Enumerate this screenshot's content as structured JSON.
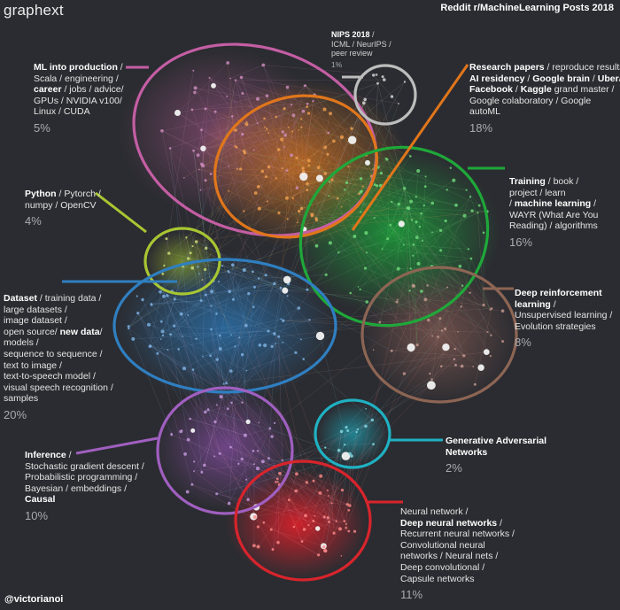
{
  "header": {
    "brand": "graphext",
    "title": "Reddit  r/MachineLearning Posts  2018"
  },
  "footer": {
    "credit": "@victorianoi"
  },
  "colors": {
    "background": "#2b2c31",
    "ml_production": "#c45ea4",
    "research": "#e0761b",
    "training": "#1fa83a",
    "python": "#a8c632",
    "dataset": "#2f7fc1",
    "deep_rl": "#8d6554",
    "nips": "#bdbdbd",
    "gan": "#1fb1c2",
    "inference": "#a05fc0",
    "neural": "#d8242c"
  },
  "clusters": [
    {
      "id": "ml-production",
      "lines": [
        [
          {
            "t": "ML into production",
            "b": true
          },
          {
            "t": " /"
          }
        ],
        [
          {
            "t": "Scala / engineering /"
          }
        ],
        [
          {
            "t": "career",
            "b": true
          },
          {
            "t": " / jobs / advice/"
          }
        ],
        [
          {
            "t": "GPUs / NVIDIA v100/"
          }
        ],
        [
          {
            "t": "Linux / CUDA"
          }
        ]
      ],
      "percent": "5%"
    },
    {
      "id": "nips",
      "lines": [
        [
          {
            "t": "NIPS 2018",
            "b": true
          },
          {
            "t": " /"
          }
        ],
        [
          {
            "t": "ICML / NeurIPS /"
          }
        ],
        [
          {
            "t": "peer review"
          }
        ]
      ],
      "percent": "1%"
    },
    {
      "id": "research",
      "lines": [
        [
          {
            "t": "Research papers",
            "b": true
          },
          {
            "t": " / reproduce results/"
          }
        ],
        [
          {
            "t": "AI residency",
            "b": true
          },
          {
            "t": " / "
          },
          {
            "t": "Google brain",
            "b": true
          },
          {
            "t": " / "
          },
          {
            "t": "Uber",
            "b": true
          },
          {
            "t": "/"
          }
        ],
        [
          {
            "t": "Facebook",
            "b": true
          },
          {
            "t": " / "
          },
          {
            "t": "Kaggle",
            "b": true
          },
          {
            "t": " grand master /"
          }
        ],
        [
          {
            "t": "Google colaboratory / Google"
          }
        ],
        [
          {
            "t": "autoML"
          }
        ]
      ],
      "percent": "18%"
    },
    {
      "id": "python",
      "lines": [
        [
          {
            "t": "Python",
            "b": true
          },
          {
            "t": " / Pytorch /"
          }
        ],
        [
          {
            "t": "numpy / OpenCV"
          }
        ]
      ],
      "percent": "4%"
    },
    {
      "id": "training",
      "lines": [
        [
          {
            "t": "Training",
            "b": true
          },
          {
            "t": " / book /"
          }
        ],
        [
          {
            "t": "project / learn"
          }
        ],
        [
          {
            "t": "/ "
          },
          {
            "t": "machine learning",
            "b": true
          },
          {
            "t": " /"
          }
        ],
        [
          {
            "t": "WAYR (What Are You"
          }
        ],
        [
          {
            "t": "Reading) / algorithms"
          }
        ]
      ],
      "percent": "16%"
    },
    {
      "id": "dataset",
      "lines": [
        [
          {
            "t": "Dataset",
            "b": true
          },
          {
            "t": " / training data /"
          }
        ],
        [
          {
            "t": "large datasets /"
          }
        ],
        [
          {
            "t": "image dataset /"
          }
        ],
        [
          {
            "t": "open source/ "
          },
          {
            "t": "new data",
            "b": true
          },
          {
            "t": "/"
          }
        ],
        [
          {
            "t": "models /"
          }
        ],
        [
          {
            "t": "sequence to sequence /"
          }
        ],
        [
          {
            "t": " text to image  /"
          }
        ],
        [
          {
            "t": "text-to-speech model /"
          }
        ],
        [
          {
            "t": "visual speech recognition /"
          }
        ],
        [
          {
            "t": "samples"
          }
        ]
      ],
      "percent": "20%"
    },
    {
      "id": "deep-rl",
      "lines": [
        [
          {
            "t": "Deep reinforcement",
            "b": true
          }
        ],
        [
          {
            "t": "learning",
            "b": true
          },
          {
            "t": " /"
          }
        ],
        [
          {
            "t": "Unsupervised learning /"
          }
        ],
        [
          {
            "t": "Evolution strategies"
          }
        ]
      ],
      "percent": "8%"
    },
    {
      "id": "gan",
      "lines": [
        [
          {
            "t": "Generative Adversarial",
            "b": true
          }
        ],
        [
          {
            "t": "Networks",
            "b": true
          }
        ]
      ],
      "percent": "2%"
    },
    {
      "id": "inference",
      "lines": [
        [
          {
            "t": "Inference",
            "b": true
          },
          {
            "t": " /"
          }
        ],
        [
          {
            "t": "Stochastic gradient descent /"
          }
        ],
        [
          {
            "t": "Probabilistic programming /"
          }
        ],
        [
          {
            "t": "Bayesian / embeddings /"
          }
        ],
        [
          {
            "t": "Causal",
            "b": true
          }
        ]
      ],
      "percent": "10%"
    },
    {
      "id": "neural",
      "lines": [
        [
          {
            "t": "Neural network /"
          }
        ],
        [
          {
            "t": "Deep neural networks",
            "b": true
          },
          {
            "t": " /"
          }
        ],
        [
          {
            "t": "Recurrent neural networks /"
          }
        ],
        [
          {
            "t": "Convolutional neural"
          }
        ],
        [
          {
            "t": "networks / Neural nets /"
          }
        ],
        [
          {
            "t": "Deep convolutional /"
          }
        ],
        [
          {
            "t": "Capsule networks"
          }
        ]
      ],
      "percent": "11%"
    }
  ]
}
